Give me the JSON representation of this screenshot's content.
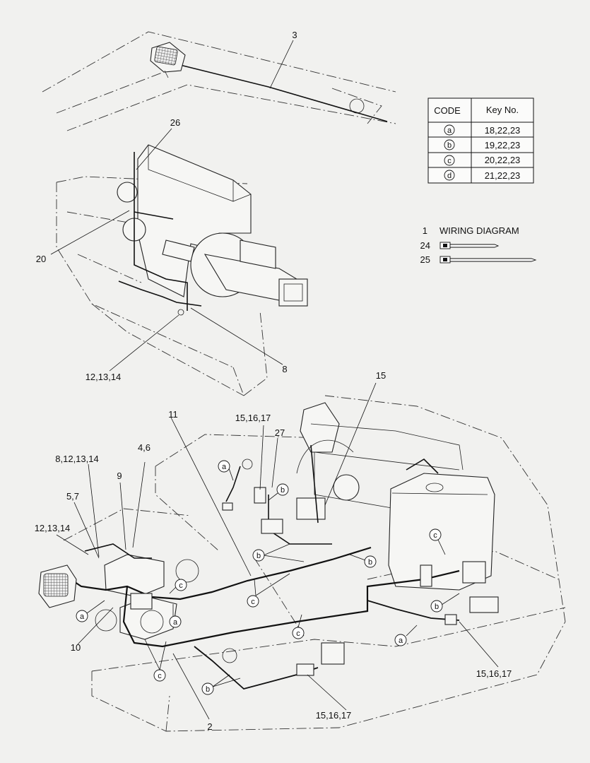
{
  "code_table": {
    "header_code": "CODE",
    "header_key": "Key No.",
    "rows": [
      {
        "code": "a",
        "keys": "18,22,23"
      },
      {
        "code": "b",
        "keys": "19,22,23"
      },
      {
        "code": "c",
        "keys": "20,22,23"
      },
      {
        "code": "d",
        "keys": "21,22,23"
      }
    ]
  },
  "legend": {
    "item1_num": "1",
    "item1_label": "WIRING DIAGRAM",
    "item24_num": "24",
    "item25_num": "25"
  },
  "callouts": {
    "c3": "3",
    "c26": "26",
    "c20": "20",
    "c8": "8",
    "c12_13_14_top": "12,13,14",
    "c15_top": "15",
    "c11": "11",
    "c15_16_17_mid": "15,16,17",
    "c27": "27",
    "c4_6": "4,6",
    "c8_12_13_14": "8,12,13,14",
    "c9": "9",
    "c5_7": "5,7",
    "c12_13_14_left": "12,13,14",
    "c10": "10",
    "c2": "2",
    "c15_16_17_bottom": "15,16,17",
    "c15_16_17_right": "15,16,17"
  },
  "circle_codes": {
    "a": "a",
    "b": "b",
    "c": "c"
  }
}
